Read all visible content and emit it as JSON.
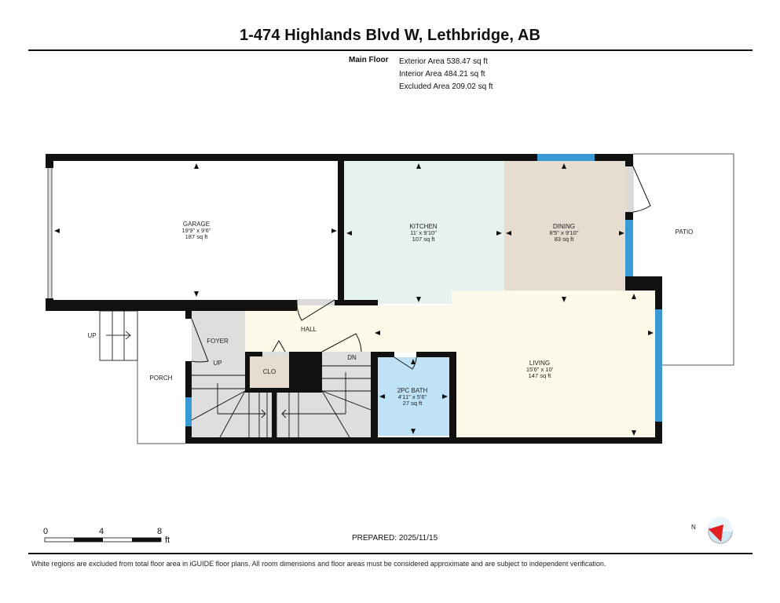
{
  "header": {
    "title": "1-474 Highlands Blvd W, Lethbridge, AB",
    "floor_label": "Main Floor",
    "areas": [
      "Exterior Area 538.47 sq ft",
      "Interior Area 484.21 sq ft",
      "Excluded Area 209.02 sq ft"
    ]
  },
  "rooms": {
    "garage": {
      "name": "GARAGE",
      "dims": "19'9\" x 9'6\"",
      "area": "187 sq ft"
    },
    "kitchen": {
      "name": "KITCHEN",
      "dims": "11' x 9'10\"",
      "area": "107 sq ft"
    },
    "dining": {
      "name": "DINING",
      "dims": "8'5\" x 9'10\"",
      "area": "83 sq ft"
    },
    "patio": {
      "name": "PATIO"
    },
    "hall": {
      "name": "HALL"
    },
    "foyer": {
      "name": "FOYER",
      "stair": "UP"
    },
    "clo": {
      "name": "CLO"
    },
    "dn": {
      "name": "DN"
    },
    "porch": {
      "name": "PORCH"
    },
    "porch_stair": {
      "name": "UP"
    },
    "bath": {
      "name": "2PC BATH",
      "dims": "4'11\" x 5'6\"",
      "area": "27 sq ft"
    },
    "living": {
      "name": "LIVING",
      "dims": "15'6\" x 10'",
      "area": "147 sq ft"
    }
  },
  "colors": {
    "kitchen": "#e6f2ee",
    "dining": "#e6ddd0",
    "hall_living": "#fdf9e8",
    "foyer": "#dedede",
    "clo": "#e6ddd0",
    "bath": "#bfe2f7",
    "window": "#3a9ad6",
    "wall": "#111111",
    "compass_needle": "#e02020"
  },
  "scale": {
    "ticks": [
      "0",
      "4",
      "8"
    ],
    "unit": "ft"
  },
  "compass": {
    "label": "N"
  },
  "footer": {
    "prepared": "PREPARED: 2025/11/15",
    "disclaimer": "White regions are excluded from total floor area in iGUIDE floor plans. All room dimensions and floor areas must be considered approximate and are subject to independent verification."
  }
}
